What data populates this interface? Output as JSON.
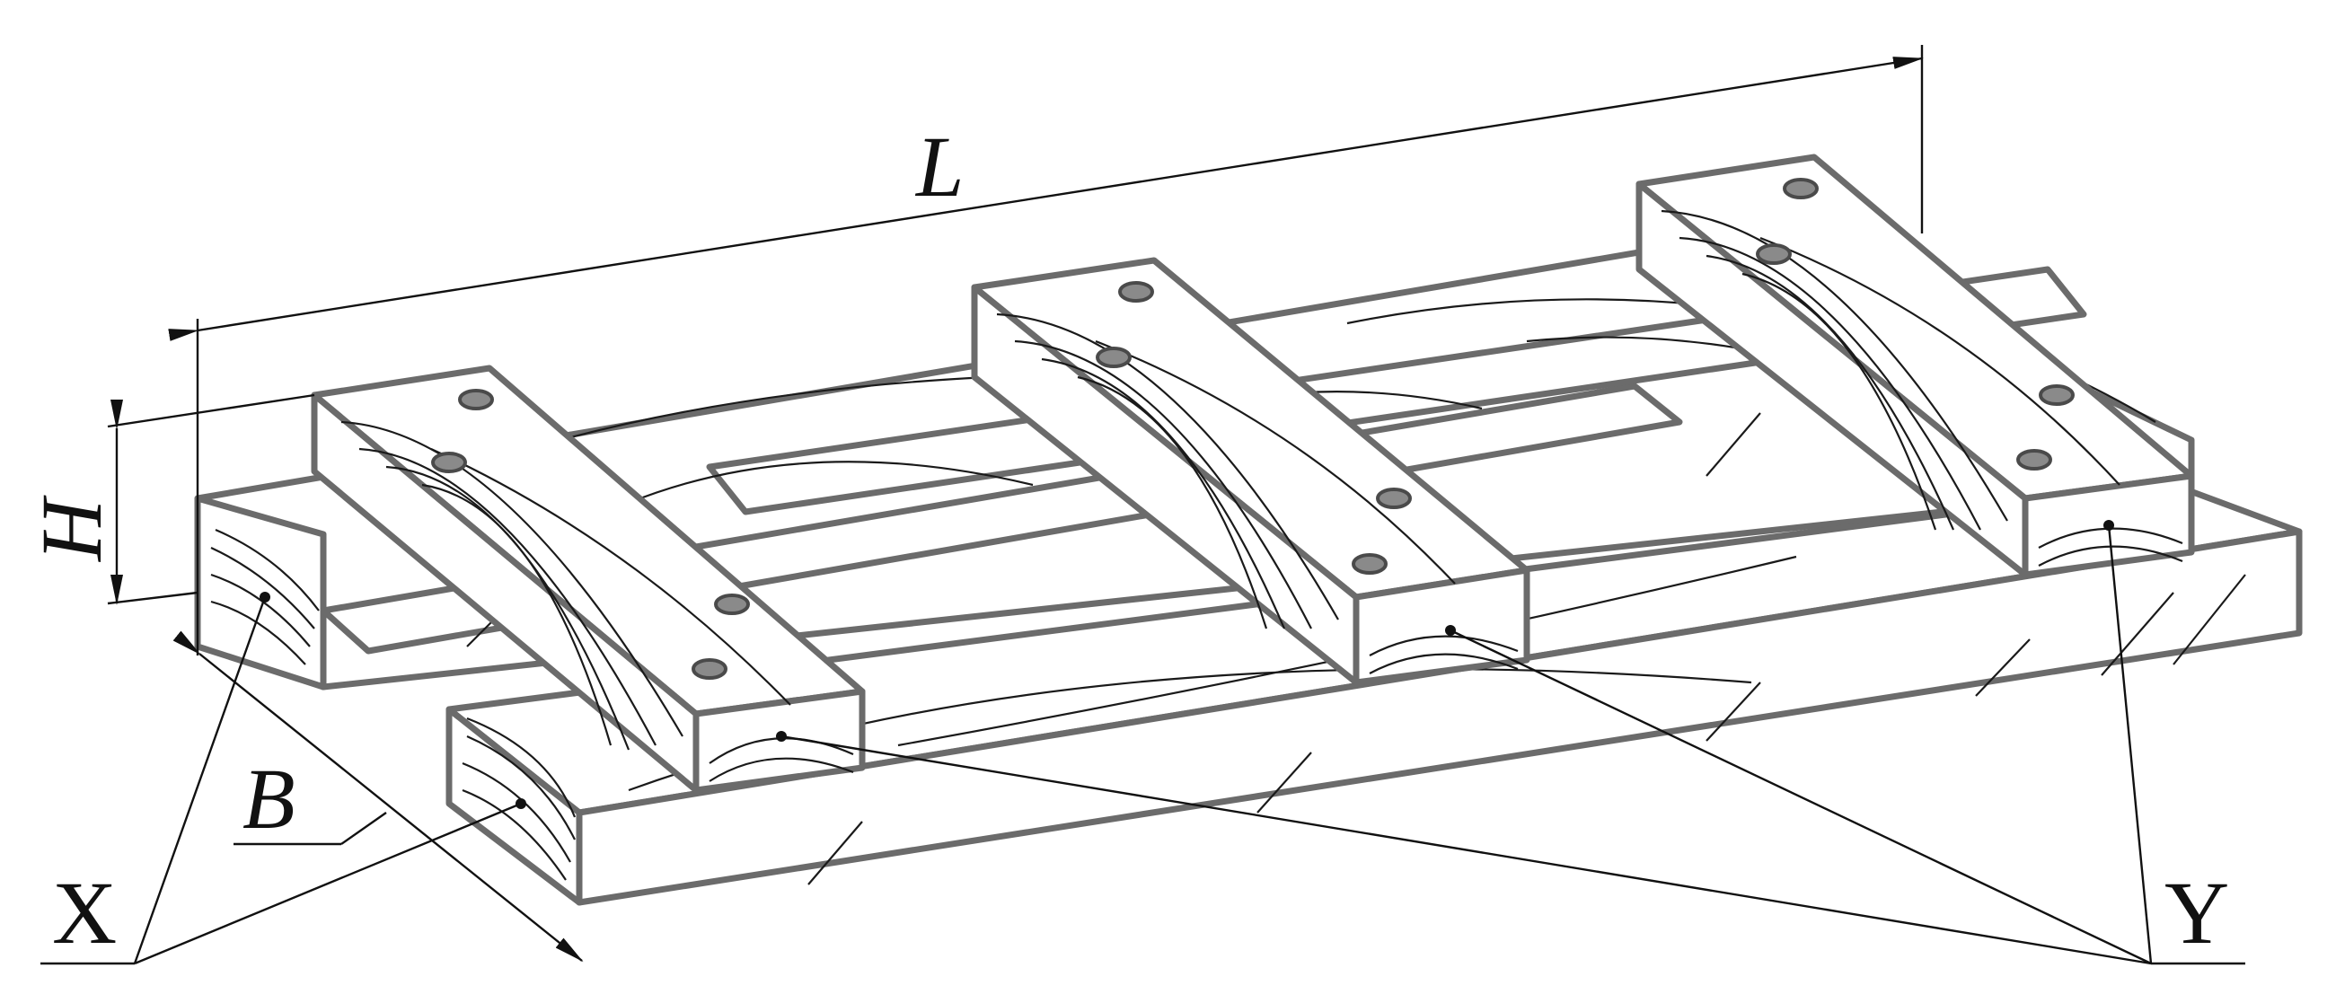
{
  "labels": {
    "length": "L",
    "height": "H",
    "width": "B",
    "left_callout": "X",
    "right_callout": "Y"
  },
  "colors": {
    "outline": "#6b6b6b",
    "linework": "#111111",
    "bolts": "#8a8a8a",
    "background": "#ffffff"
  }
}
